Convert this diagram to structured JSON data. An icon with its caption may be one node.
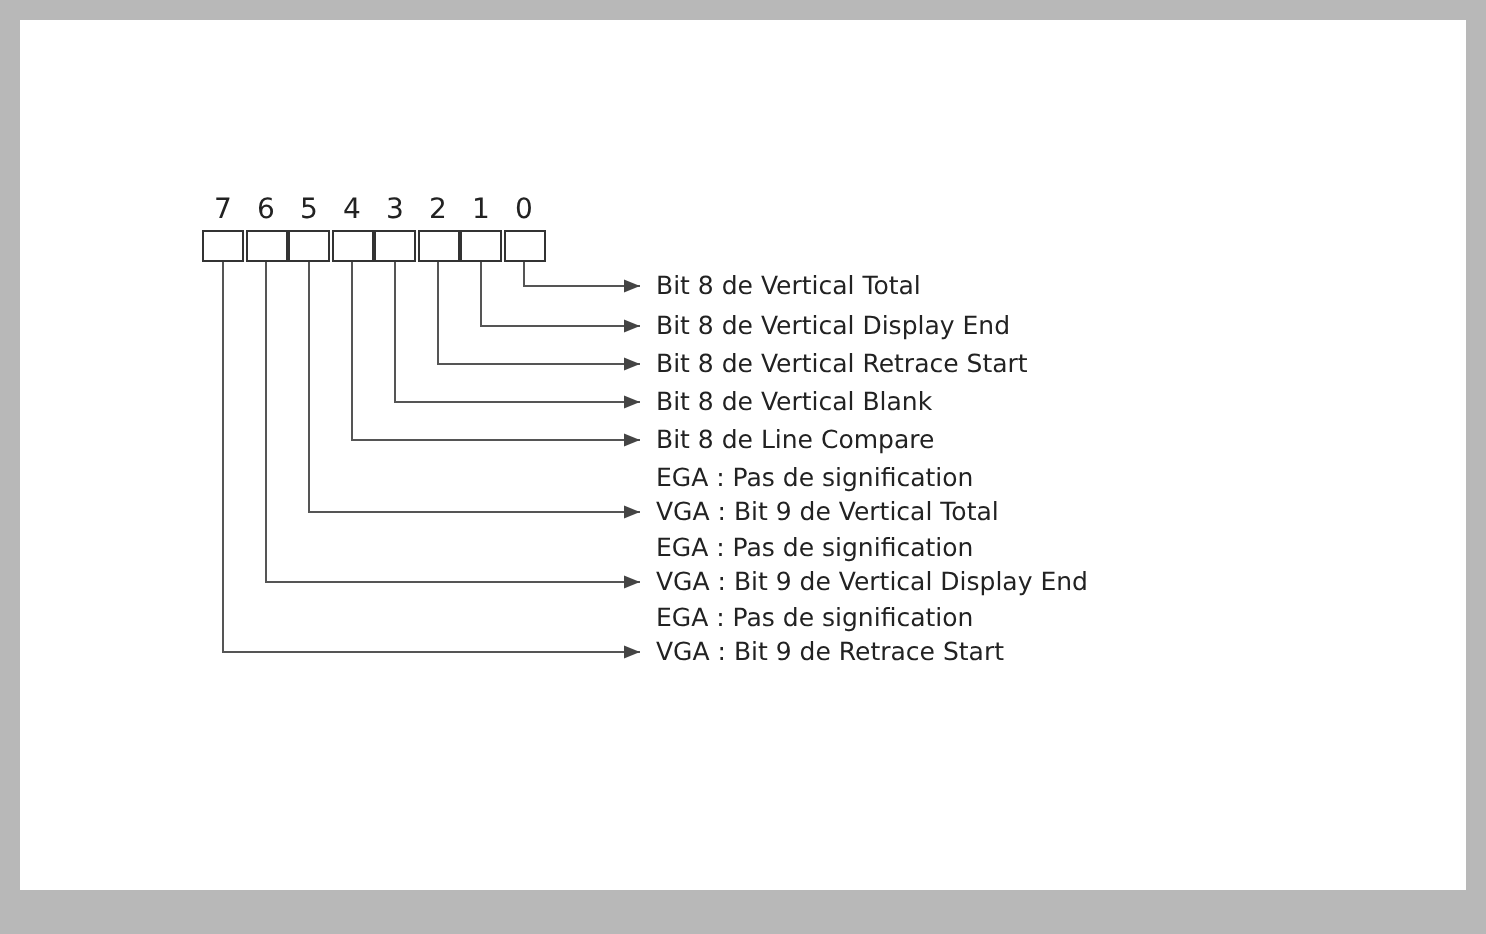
{
  "diagram": {
    "nodes": [
      {
        "text": [
          "7"
        ]
      },
      {
        "text": [
          "6"
        ]
      },
      {
        "text": [
          "5"
        ]
      },
      {
        "text": [
          "4"
        ]
      },
      {
        "text": [
          "3"
        ]
      },
      {
        "text": [
          "2"
        ]
      },
      {
        "text": [
          "1"
        ]
      },
      {
        "text": [
          "0"
        ]
      },
      {
        "text": [
          "Bit 8 de Vertical Total"
        ]
      },
      {
        "text": [
          "Bit 8 de Vertical Display End"
        ]
      },
      {
        "text": [
          "Bit 8 de Vertical Retrace Start"
        ]
      },
      {
        "text": [
          "Bit 8 de Vertical Blank"
        ]
      },
      {
        "text": [
          "Bit 8 de Line Compare"
        ]
      },
      {
        "text": [
          "EGA : Pas de signification",
          "VGA : Bit 9 de Vertical Total"
        ]
      },
      {
        "text": [
          "EGA : Pas de signification",
          "VGA : Bit 9 de Vertical Display End"
        ]
      },
      {
        "text": [
          "EGA : Pas de signification",
          "VGA : Bit 9 de Retrace Start"
        ]
      }
    ],
    "edges": [
      {
        "from": 7,
        "to": 8,
        "arrow": "to"
      },
      {
        "from": 6,
        "to": 9,
        "arrow": "to"
      },
      {
        "from": 5,
        "to": 10,
        "arrow": "to"
      },
      {
        "from": 4,
        "to": 11,
        "arrow": "to"
      },
      {
        "from": 3,
        "to": 12,
        "arrow": "to"
      },
      {
        "from": 2,
        "to": 13,
        "arrow": "to"
      },
      {
        "from": 1,
        "to": 14,
        "arrow": "to"
      },
      {
        "from": 0,
        "to": 15,
        "arrow": "to"
      }
    ]
  }
}
